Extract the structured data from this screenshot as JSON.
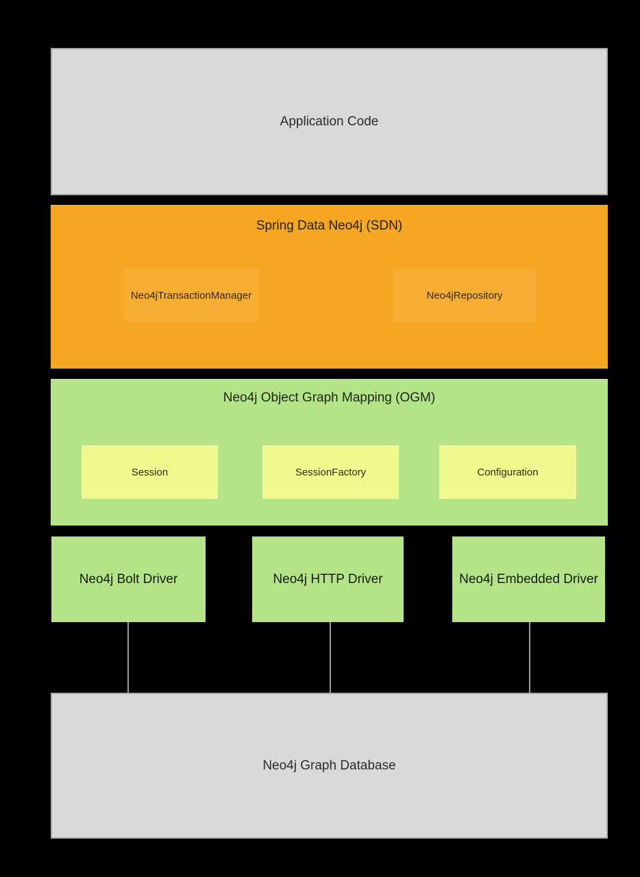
{
  "application": {
    "label": "Application Code"
  },
  "sdn": {
    "title": "Spring Data Neo4j (SDN)",
    "components": [
      {
        "label": "Neo4jTransactionManager"
      },
      {
        "label": "Neo4jRepository"
      }
    ]
  },
  "ogm": {
    "title": "Neo4j Object Graph Mapping (OGM)",
    "components": [
      {
        "label": "Session"
      },
      {
        "label": "SessionFactory"
      },
      {
        "label": "Configuration"
      }
    ]
  },
  "drivers": [
    {
      "label": "Neo4j Bolt Driver"
    },
    {
      "label": "Neo4j HTTP Driver"
    },
    {
      "label": "Neo4j Embedded Driver"
    }
  ],
  "database": {
    "label": "Neo4j Graph Database"
  },
  "colors": {
    "background": "#000000",
    "gray_layer_fill": "#d9d9d9",
    "gray_layer_border": "#a9a9a9",
    "sdn_fill": "#f5a623",
    "sdn_component_fill": "#f7ad32",
    "green_fill": "#b5e388",
    "yellow_component_fill": "#f0f98d",
    "connector_line": "#9c9c9c",
    "text_dark": "#222222"
  }
}
